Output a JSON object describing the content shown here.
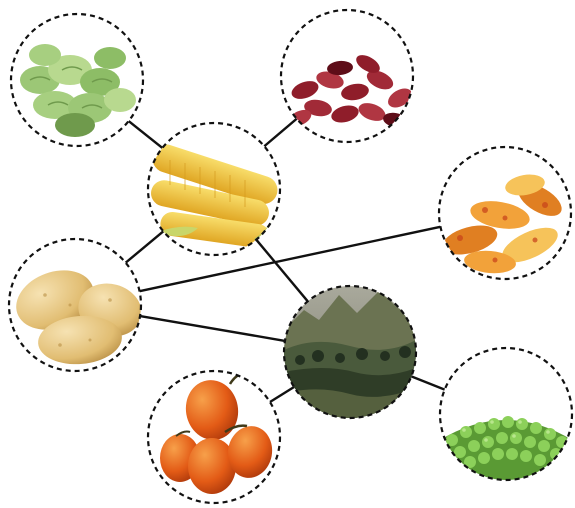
{
  "diagram": {
    "type": "network",
    "nodes": [
      {
        "id": "fava-beans",
        "name": "fava-beans-image",
        "colors": [
          "#9cc776",
          "#b8d98f",
          "#6f9a4c"
        ]
      },
      {
        "id": "red-beans",
        "name": "red-kidney-beans-image",
        "colors": [
          "#8f1d2a",
          "#b03642",
          "#5e0d18"
        ]
      },
      {
        "id": "corn",
        "name": "corn-cobs-image",
        "colors": [
          "#f3cd4c",
          "#e8a52a",
          "#c9d66a"
        ]
      },
      {
        "id": "oca",
        "name": "oca-tubers-image",
        "colors": [
          "#f2a23a",
          "#e07f22",
          "#f6c35a"
        ]
      },
      {
        "id": "potatoes",
        "name": "potatoes-image",
        "colors": [
          "#e9c983",
          "#d9b066",
          "#f3dfae"
        ]
      },
      {
        "id": "landscape",
        "name": "andean-landscape-photo",
        "colors": [
          "#4a5a3c",
          "#6b7352",
          "#9a9a8a"
        ]
      },
      {
        "id": "tree-tomato",
        "name": "tree-tomato-image",
        "colors": [
          "#e35b16",
          "#f07a24",
          "#b83c0c"
        ]
      },
      {
        "id": "peas",
        "name": "green-peas-image",
        "colors": [
          "#6fb542",
          "#8cd05a",
          "#4d8a2c"
        ]
      }
    ],
    "edges": [
      [
        "fava-beans",
        "corn"
      ],
      [
        "red-beans",
        "corn"
      ],
      [
        "corn",
        "potatoes"
      ],
      [
        "corn",
        "landscape"
      ],
      [
        "potatoes",
        "oca"
      ],
      [
        "potatoes",
        "landscape"
      ],
      [
        "landscape",
        "tree-tomato"
      ],
      [
        "landscape",
        "peas"
      ]
    ]
  }
}
